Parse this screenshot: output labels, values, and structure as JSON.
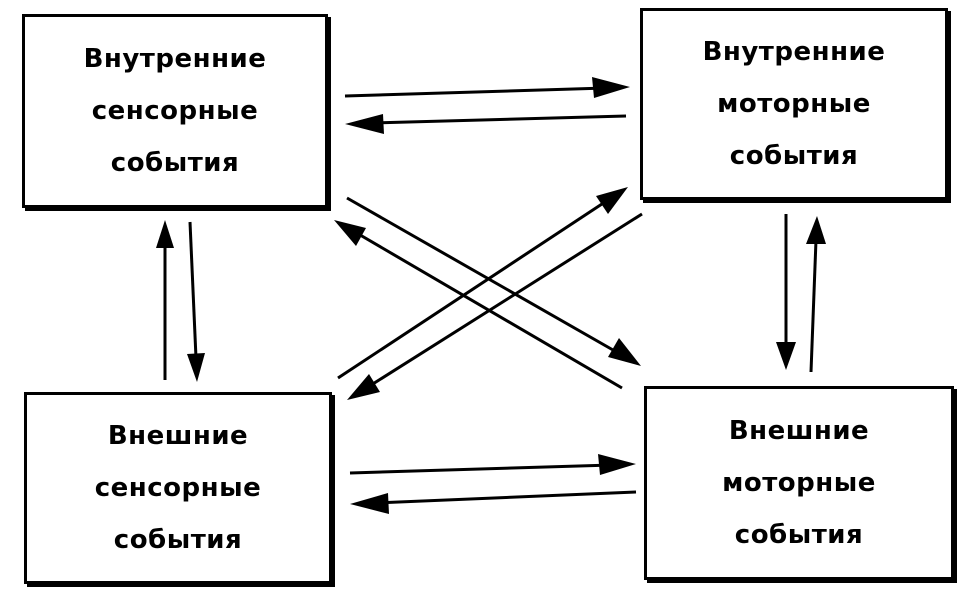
{
  "boxes": {
    "internal_sensory": [
      "Внутренние",
      "сенсорные",
      "события"
    ],
    "internal_motor": [
      "Внутренние",
      "моторные",
      "события"
    ],
    "external_sensory": [
      "Внешние",
      "сенсорные",
      "события"
    ],
    "external_motor": [
      "Внешние",
      "моторные",
      "события"
    ]
  }
}
